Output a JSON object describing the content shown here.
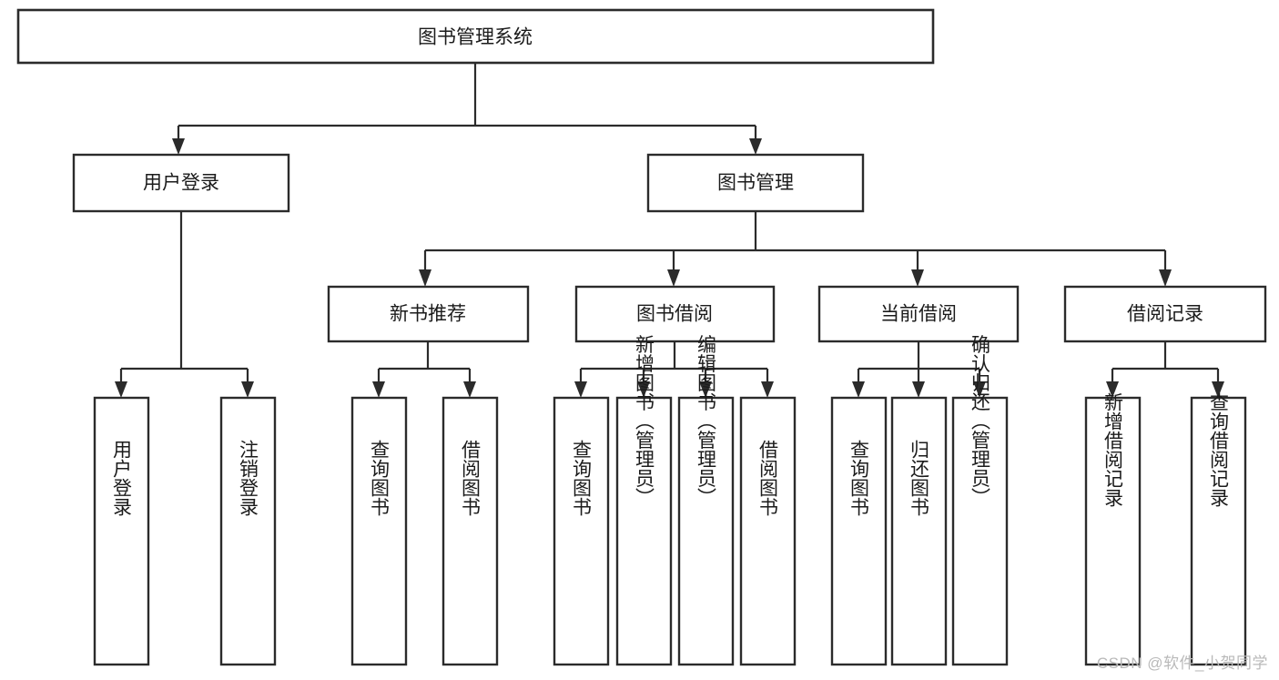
{
  "diagram": {
    "type": "tree-hierarchy",
    "title": "图书管理系统",
    "orientation": "top-down",
    "colors": {
      "box_stroke": "#2b2b2b",
      "box_fill": "#ffffff",
      "connector": "#2b2b2b",
      "text": "#1b1b1b",
      "background": "#ffffff",
      "watermark": "#b9b9b9"
    },
    "levels": {
      "level0": [
        "图书管理系统"
      ],
      "level1": [
        "用户登录",
        "图书管理"
      ],
      "level2": [
        "新书推荐",
        "图书借阅",
        "当前借阅",
        "借阅记录"
      ],
      "level3": [
        "用户登录",
        "注销登录",
        "查询图书",
        "借阅图书",
        "查询图书",
        "新增图书（管理员）",
        "编辑图书（管理员）",
        "借阅图书",
        "查询图书",
        "归还图书",
        "确认归还（管理员）",
        "新增借阅记录",
        "查询借阅记录"
      ]
    },
    "nodes": {
      "root": {
        "label": "图书管理系统"
      },
      "user_login": {
        "label": "用户登录"
      },
      "book_manage": {
        "label": "图书管理"
      },
      "new_book_rec": {
        "label": "新书推荐"
      },
      "book_borrow": {
        "label": "图书借阅"
      },
      "current_borrow": {
        "label": "当前借阅"
      },
      "borrow_record": {
        "label": "借阅记录"
      },
      "leaf_user_login": {
        "label": "用户登录"
      },
      "leaf_logout": {
        "label": "注销登录"
      },
      "leaf_query_book_1": {
        "label": "查询图书"
      },
      "leaf_borrow_book_1": {
        "label": "借阅图书"
      },
      "leaf_query_book_2": {
        "label": "查询图书"
      },
      "leaf_add_book": {
        "label": "新增图书（管理员）"
      },
      "leaf_edit_book": {
        "label": "编辑图书（管理员）"
      },
      "leaf_borrow_book_2": {
        "label": "借阅图书"
      },
      "leaf_query_book_3": {
        "label": "查询图书"
      },
      "leaf_return_book": {
        "label": "归还图书"
      },
      "leaf_confirm_return": {
        "label": "确认归还（管理员）"
      },
      "leaf_add_record": {
        "label": "新增借阅记录"
      },
      "leaf_query_record": {
        "label": "查询借阅记录"
      }
    },
    "edges": [
      {
        "from": "root",
        "to": "user_login"
      },
      {
        "from": "root",
        "to": "book_manage"
      },
      {
        "from": "user_login",
        "to": "leaf_user_login"
      },
      {
        "from": "user_login",
        "to": "leaf_logout"
      },
      {
        "from": "book_manage",
        "to": "new_book_rec"
      },
      {
        "from": "book_manage",
        "to": "book_borrow"
      },
      {
        "from": "book_manage",
        "to": "current_borrow"
      },
      {
        "from": "book_manage",
        "to": "borrow_record"
      },
      {
        "from": "new_book_rec",
        "to": "leaf_query_book_1"
      },
      {
        "from": "new_book_rec",
        "to": "leaf_borrow_book_1"
      },
      {
        "from": "book_borrow",
        "to": "leaf_query_book_2"
      },
      {
        "from": "book_borrow",
        "to": "leaf_add_book"
      },
      {
        "from": "book_borrow",
        "to": "leaf_edit_book"
      },
      {
        "from": "book_borrow",
        "to": "leaf_borrow_book_2"
      },
      {
        "from": "current_borrow",
        "to": "leaf_query_book_3"
      },
      {
        "from": "current_borrow",
        "to": "leaf_return_book"
      },
      {
        "from": "current_borrow",
        "to": "leaf_confirm_return"
      },
      {
        "from": "borrow_record",
        "to": "leaf_add_record"
      },
      {
        "from": "borrow_record",
        "to": "leaf_query_record"
      }
    ]
  },
  "watermark": {
    "text": "CSDN @软件_小贺同学"
  }
}
